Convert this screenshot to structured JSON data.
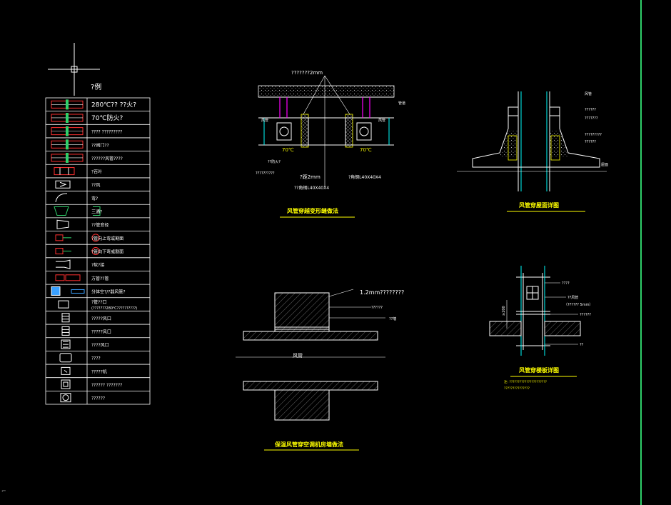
{
  "colors": {
    "background": "#000000",
    "line": "#ffffff",
    "title": "#ffff00",
    "accent_green": "#2fd06a",
    "cyan": "#00e0ff",
    "magenta": "#ff00ff",
    "red": "#ff2020"
  },
  "legend": {
    "title": "?例",
    "rows": [
      {
        "label": "280℃?? ??火?"
      },
      {
        "label": "70℃防火?"
      },
      {
        "label": "????  ?????????"
      },
      {
        "label": "??阀门??"
      },
      {
        "label": "??????风管????"
      },
      {
        "label": "?百叶"
      },
      {
        "label": "??风"
      },
      {
        "label": "弯?"
      },
      {
        "label": "三通?"
      },
      {
        "label": "??管变径"
      },
      {
        "label": "?管向上弯或割面"
      },
      {
        "label": "?管向下弯或割面"
      },
      {
        "label": "?软?接"
      },
      {
        "label": "方管??管"
      },
      {
        "label": "分体空?/?器风管?"
      },
      {
        "label": "?管??口",
        "sub": "(???????280℃??????????)"
      },
      {
        "label": "?????风口"
      },
      {
        "label": "?????风口"
      },
      {
        "label": "????风口"
      },
      {
        "label": "????"
      },
      {
        "label": "?????机"
      },
      {
        "label": "??????  ???????"
      },
      {
        "label": "??????"
      }
    ]
  },
  "detail1": {
    "title": "风管穿越变形缝做法",
    "note_top": "???????2mm",
    "temp_left": "70℃",
    "temp_right": "70℃",
    "label_air_left": "风管",
    "label_air_right": "风管",
    "label_pipe": "管道",
    "label_spacing": "?距2mm",
    "label_angle_left": "??角钢L40X40X4",
    "label_angle_right": "?角钢L40X40X4",
    "label_fire_left": "??防火?",
    "label_side": "??????????"
  },
  "detail2": {
    "title": "风管穿屋面详图",
    "labels": [
      "风管",
      "??????",
      "???????",
      "?????????",
      "??????",
      "屋面"
    ]
  },
  "detail3": {
    "title": "保温风管穿空调机房墙做法",
    "label_top": "1.2mm????????",
    "label_fill": "??????",
    "label_wall": "??墙",
    "label_center": "风管"
  },
  "detail4": {
    "title": "风管穿楼板详图",
    "labels": [
      "????",
      "??风管",
      "（?????? 5mm）",
      "??????",
      "??"
    ],
    "dim": "≥200",
    "note1": "注: ??????????????????????",
    "note2": "???????????????"
  }
}
